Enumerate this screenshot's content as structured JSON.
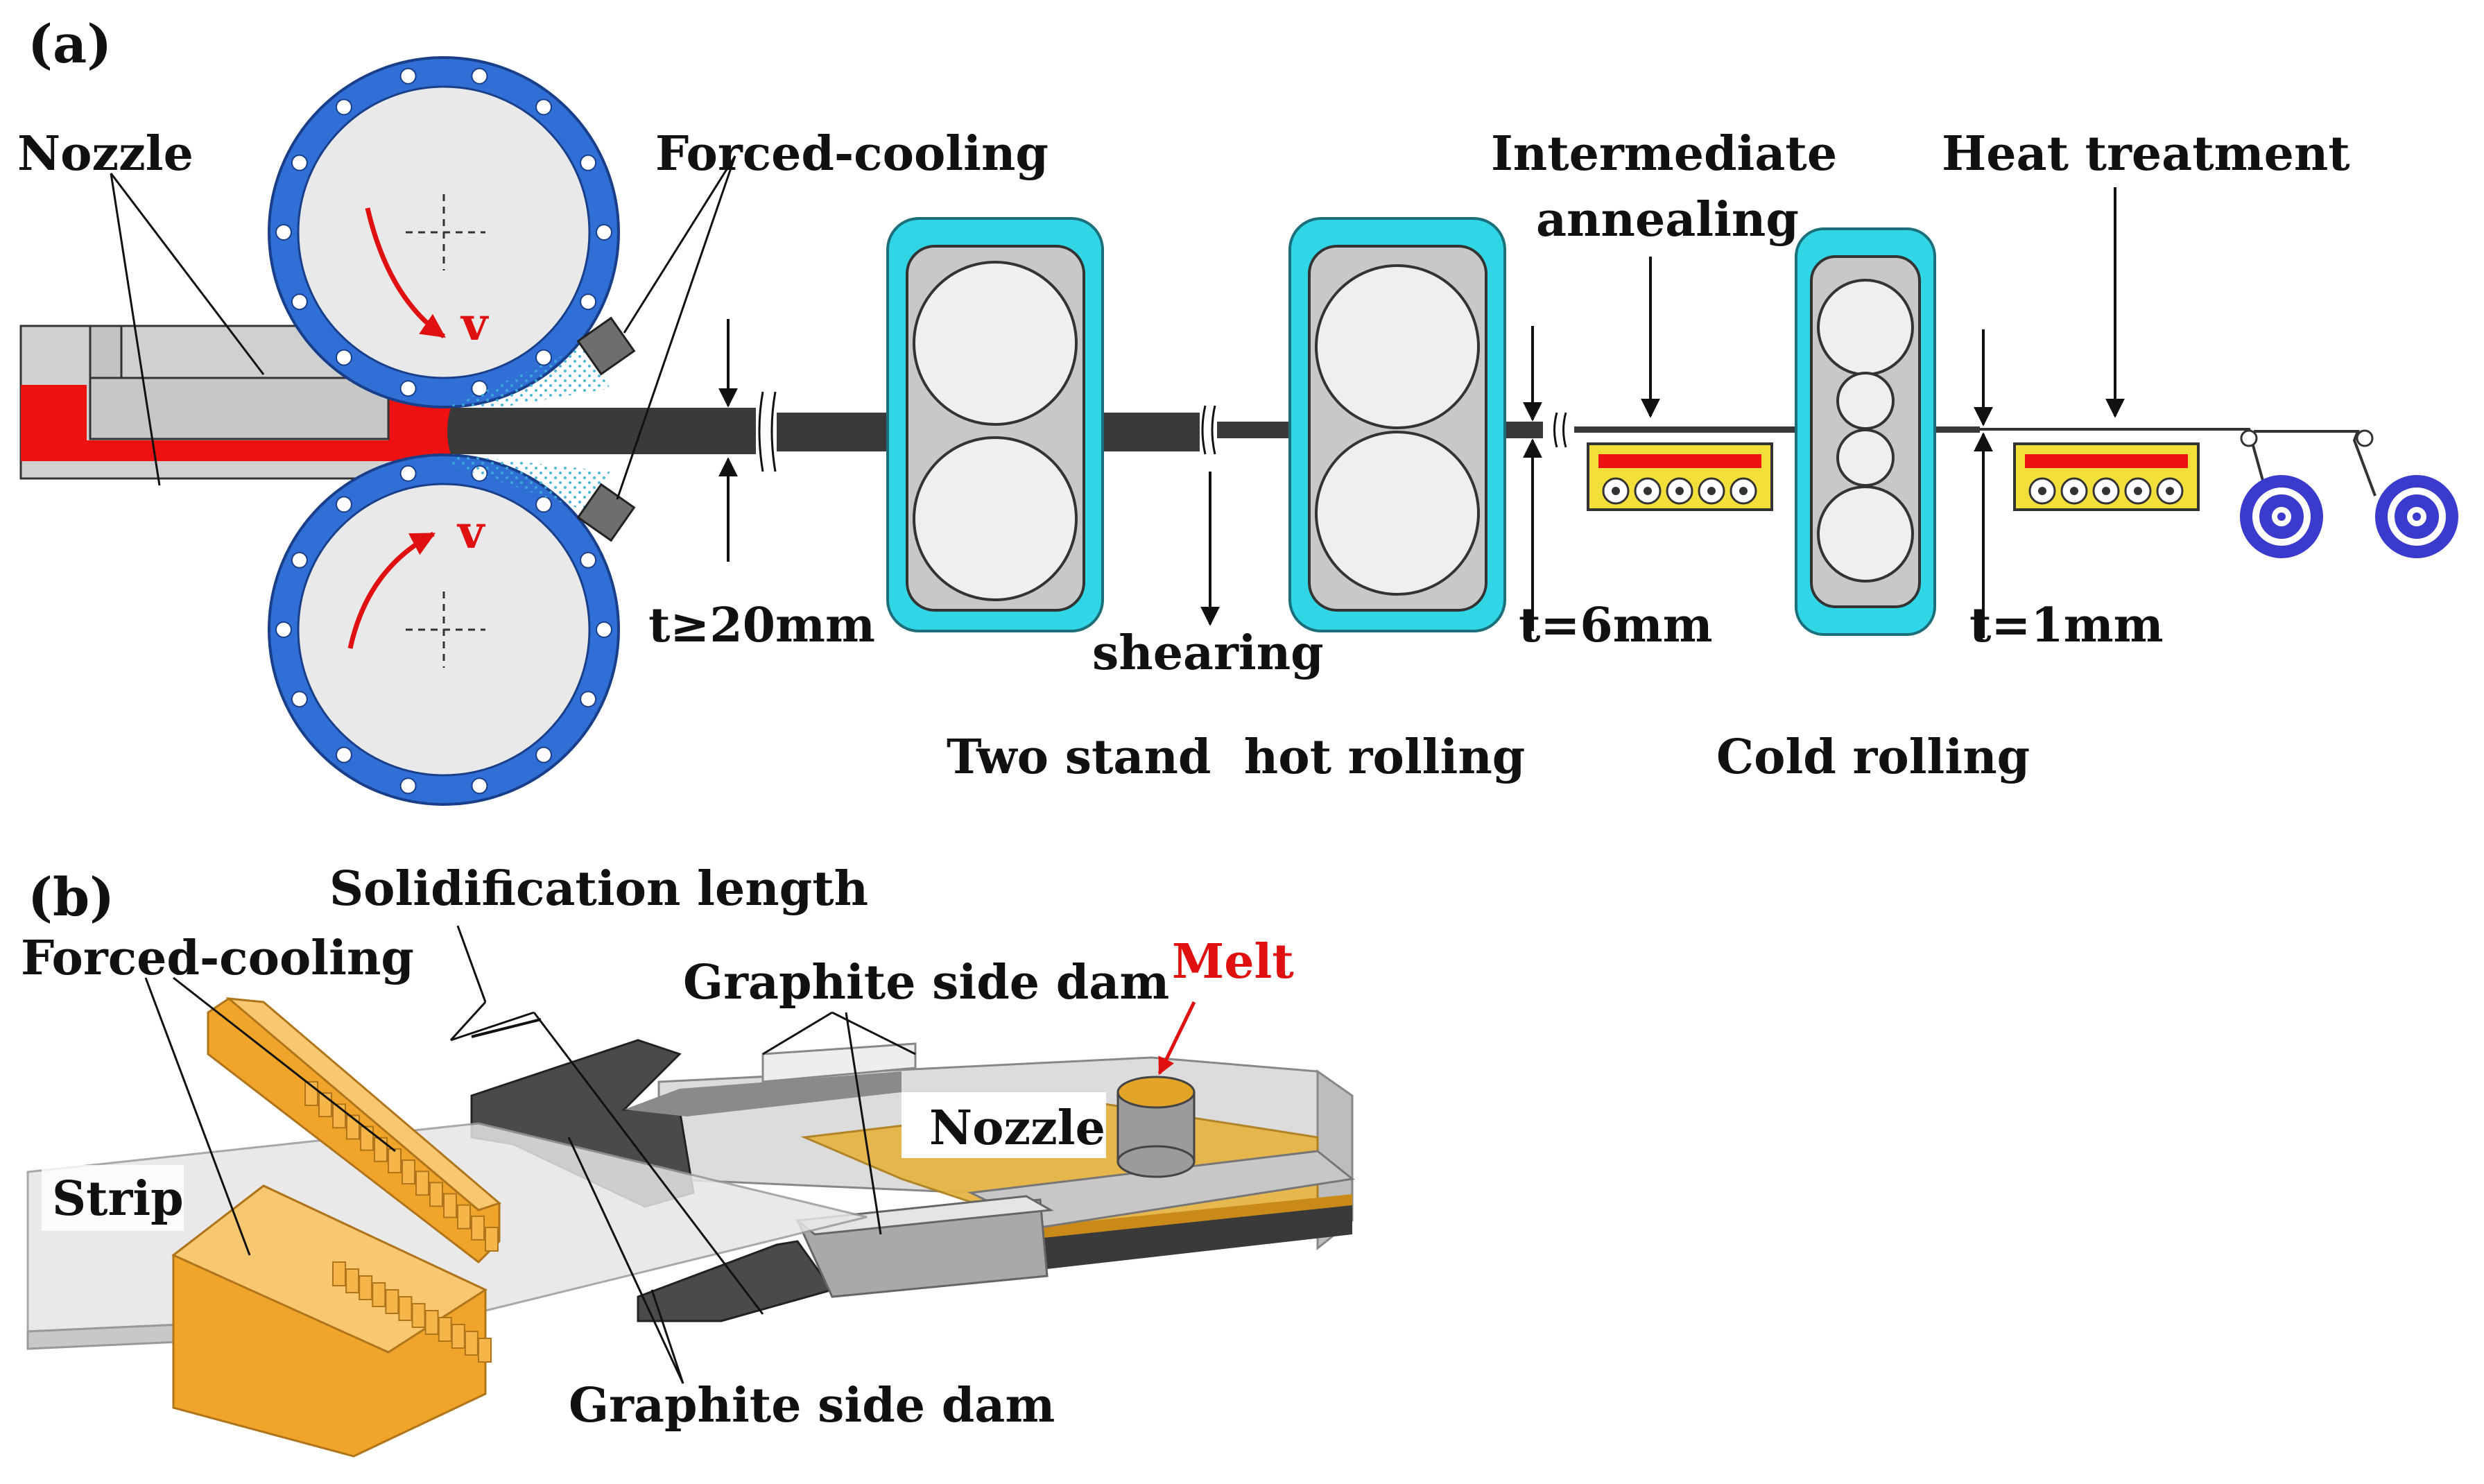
{
  "panel_a": {
    "tag": "(a)",
    "nozzle_label": "Nozzle",
    "forced_cooling_label": "Forced-cooling",
    "intermediate_label_line1": "Intermediate",
    "intermediate_label_line2": "annealing",
    "heat_treatment_label": "Heat treatment",
    "velocity_symbol": "v",
    "thickness_cast": "t≥20mm",
    "thickness_hot": "t=6mm",
    "thickness_cold": "t=1mm",
    "shearing_label": "shearing",
    "hot_rolling_label": "Two stand  hot rolling",
    "cold_rolling_label": "Cold rolling"
  },
  "panel_b": {
    "tag": "(b)",
    "solidification_label": "Solidification length",
    "forced_cooling_label": "Forced-cooling",
    "graphite_top_label": "Graphite side dam",
    "melt_label": "Melt",
    "nozzle_label": "Nozzle",
    "strip_label": "Strip",
    "graphite_bottom_label": "Graphite side dam"
  },
  "colors": {
    "roll_ring": "#2f6fd6",
    "stand_frame": "#30d6e6",
    "melt": "#ee1111",
    "heater": "#f2df3a",
    "coil": "#3a3acc",
    "cooling_block": "#f0a52a",
    "strip": "#3a3a3a"
  }
}
